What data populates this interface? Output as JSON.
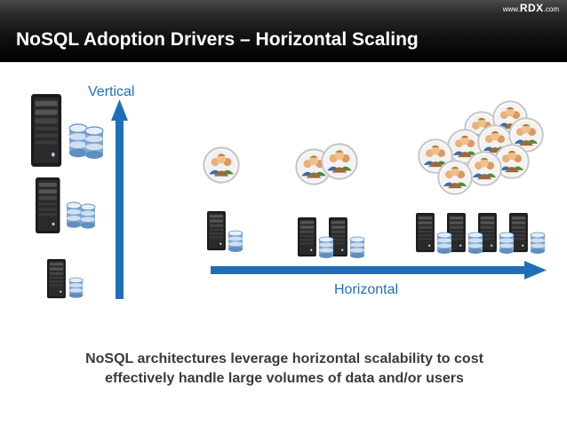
{
  "header": {
    "brand_prefix": "www.",
    "brand_name": "RDX",
    "brand_suffix": ".com",
    "title": "NoSQL Adoption Drivers – Horizontal Scaling"
  },
  "labels": {
    "vertical": "Vertical",
    "horizontal": "Horizontal"
  },
  "caption": {
    "line1": "NoSQL architectures leverage horizontal scalability to cost",
    "line2": "effectively handle large volumes of data and/or users"
  },
  "colors": {
    "arrow": "#1f6fb8",
    "label": "#1f6fb8",
    "caption": "#3a3a3a",
    "header": "#000000",
    "database": "#8fb3d9",
    "server": "#1b1b1b",
    "user_group_ring": "#c8c8c8"
  },
  "icons": {
    "server": "server-tower-icon",
    "database": "database-stack-icon",
    "users": "user-group-icon"
  }
}
